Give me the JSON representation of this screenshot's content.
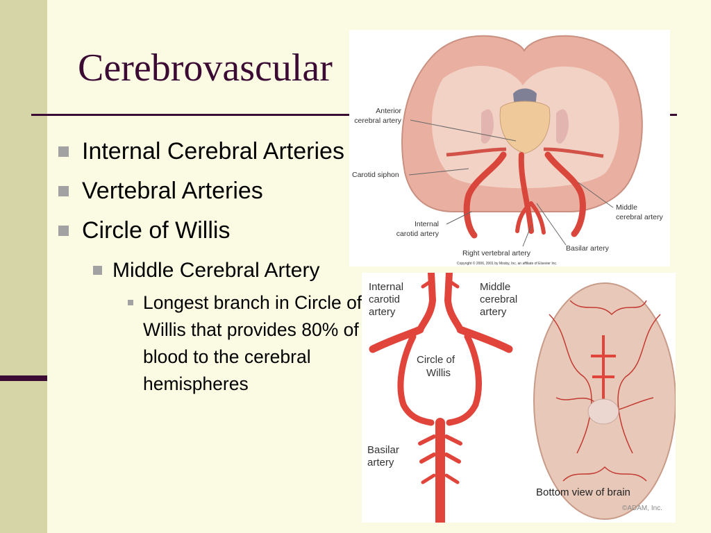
{
  "slide": {
    "title": "Cerebrovascular",
    "bullets": [
      {
        "text": "Internal Cerebral Arteries",
        "level": 1
      },
      {
        "text": "Vertebral Arteries",
        "level": 1
      },
      {
        "text": "Circle of Willis",
        "level": 1
      },
      {
        "text": "Middle Cerebral Artery",
        "level": 2
      },
      {
        "text": "Longest branch in Circle of Willis that provides 80% of blood to the cerebral hemispheres",
        "level": 3
      }
    ]
  },
  "figure_top": {
    "labels": {
      "anterior_1": "Anterior",
      "anterior_2": "cerebral artery",
      "carotid_siphon": "Carotid siphon",
      "internal_1": "Internal",
      "internal_2": "carotid artery",
      "right_vertebral": "Right vertebral artery",
      "basilar": "Basilar artery",
      "middle_1": "Middle",
      "middle_2": "cerebral artery"
    },
    "copyright": "Copyright © 2006, 2001 by Mosby, Inc. an affiliate of Elsevier Inc."
  },
  "figure_bottom": {
    "labels": {
      "internal_1": "Internal",
      "internal_2": "carotid",
      "internal_3": "artery",
      "middle_1": "Middle",
      "middle_2": "cerebral",
      "middle_3": "artery",
      "circle_1": "Circle of",
      "circle_2": "Willis",
      "basilar_1": "Basilar",
      "basilar_2": "artery",
      "bottom_view": "Bottom view of brain",
      "adam": "©ADAM, Inc."
    }
  }
}
